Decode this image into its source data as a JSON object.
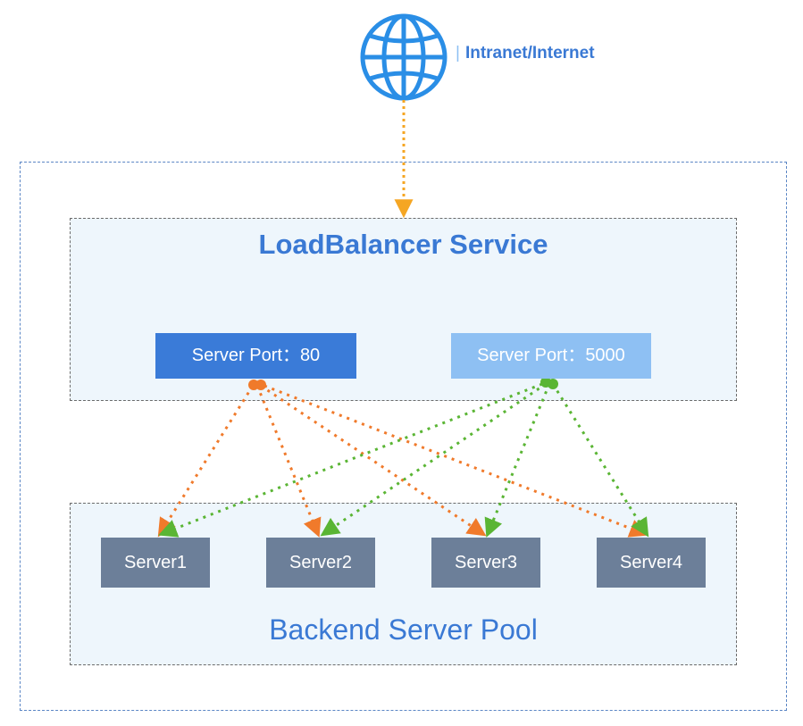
{
  "internet": {
    "label": "Intranet/Internet",
    "icon": "globe-icon"
  },
  "load_balancer": {
    "title": "LoadBalancer Service",
    "ports": [
      {
        "label": "Server Port：80",
        "color": "#3a7bd8",
        "connector_color": "#f07a2b"
      },
      {
        "label": "Server Port：5000",
        "color": "#8ec0f3",
        "connector_color": "#5ab534"
      }
    ]
  },
  "backend_pool": {
    "title": "Backend Server Pool",
    "servers": [
      "Server1",
      "Server2",
      "Server3",
      "Server4"
    ]
  },
  "colors": {
    "accent": "#3a79d4",
    "globe": "#2a8ee6",
    "inbound_arrow": "#f5a623",
    "port80_links": "#f07a2b",
    "port5000_links": "#5ab534",
    "server_fill": "#6c7f99",
    "panel_fill": "#eef6fc"
  }
}
